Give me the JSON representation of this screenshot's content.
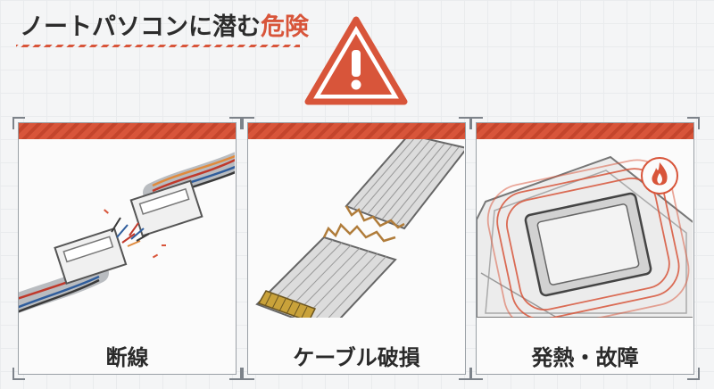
{
  "header": {
    "title_main": "ノートパソコンに潜む",
    "title_accent": "危険"
  },
  "warning": {
    "icon": "warning-triangle-icon",
    "color": "#d8553a"
  },
  "panels": [
    {
      "label": "断線",
      "icon": "broken-connector-icon"
    },
    {
      "label": "ケーブル破損",
      "icon": "torn-ribbon-cable-icon"
    },
    {
      "label": "発熱・故障",
      "icon": "overheating-chip-icon",
      "badge_icon": "flame-icon"
    }
  ],
  "colors": {
    "accent": "#d8553a",
    "text": "#2a2a2a",
    "frame": "#9aa0a6"
  }
}
